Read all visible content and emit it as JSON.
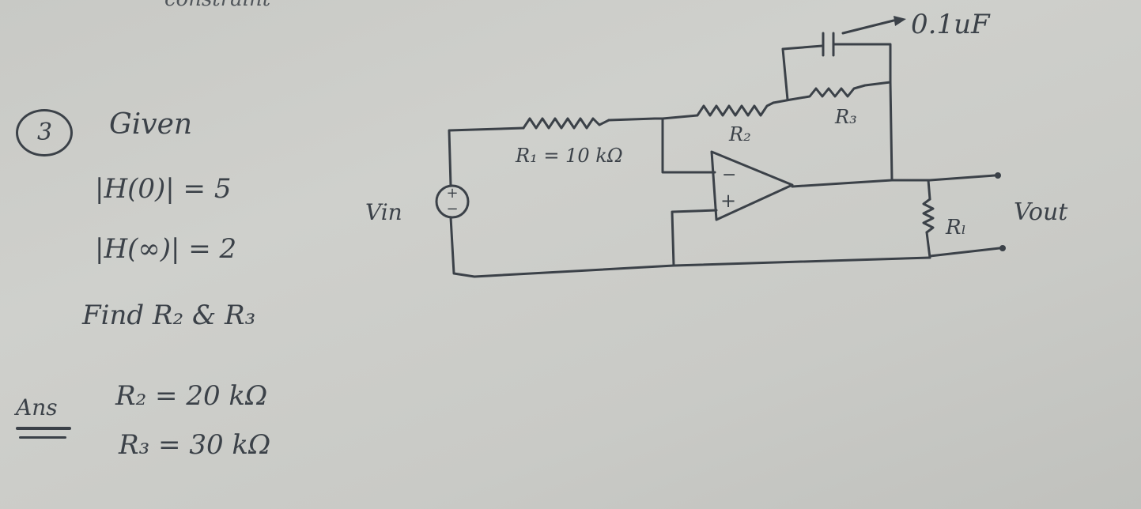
{
  "header_fragment": "constraint",
  "problem": {
    "number": "3",
    "given_label": "Given",
    "eq1": "|H(0)| = 5",
    "eq2": "|H(∞)| = 2",
    "find": "Find R₂ & R₃"
  },
  "answer": {
    "label": "Ans",
    "r2": "R₂ = 20 kΩ",
    "r3": "R₃ = 30 kΩ"
  },
  "circuit": {
    "vin_label": "Vin",
    "source_plus": "+",
    "source_minus": "−",
    "r1_label": "R₁ = 10 kΩ",
    "r2_label": "R₂",
    "r3_label": "R₃",
    "cap_label": "0.1uF",
    "rl_label": "Rₗ",
    "vout_label": "Vout",
    "opamp_minus": "−",
    "opamp_plus": "+"
  }
}
